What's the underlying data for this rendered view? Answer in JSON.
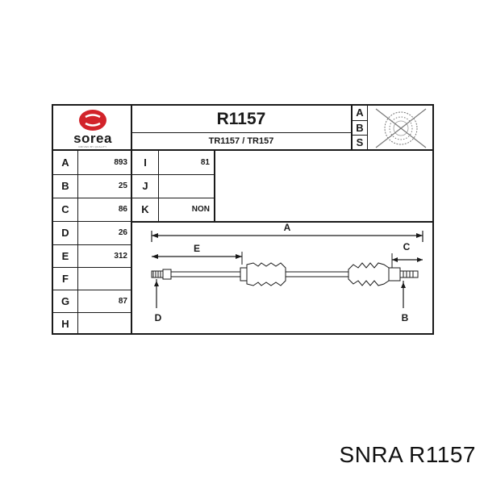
{
  "brand": {
    "logo_text": "sorea",
    "tagline": "DRIVEN BY QUALITY"
  },
  "part": {
    "number": "R1157",
    "cross_refs": "TR1157 / TR157"
  },
  "abs": {
    "letters": [
      "A",
      "B",
      "S"
    ],
    "status_icon": "crossed-out-abs-ring-icon"
  },
  "specs_left": [
    {
      "letter": "A",
      "value": "893"
    },
    {
      "letter": "B",
      "value": "25"
    },
    {
      "letter": "C",
      "value": "86"
    },
    {
      "letter": "D",
      "value": "26"
    },
    {
      "letter": "E",
      "value": "312"
    },
    {
      "letter": "F",
      "value": ""
    },
    {
      "letter": "G",
      "value": "87"
    },
    {
      "letter": "H",
      "value": ""
    }
  ],
  "specs_mid": [
    {
      "letter": "I",
      "value": "81"
    },
    {
      "letter": "J",
      "value": ""
    },
    {
      "letter": "K",
      "value": "NON"
    }
  ],
  "diagram": {
    "labels": {
      "A": "A",
      "B": "B",
      "C": "C",
      "D": "D",
      "E": "E"
    }
  },
  "footer": {
    "text": "SNRA R1157"
  },
  "colors": {
    "ink": "#1a1a1a",
    "logo_red": "#d2232a"
  }
}
